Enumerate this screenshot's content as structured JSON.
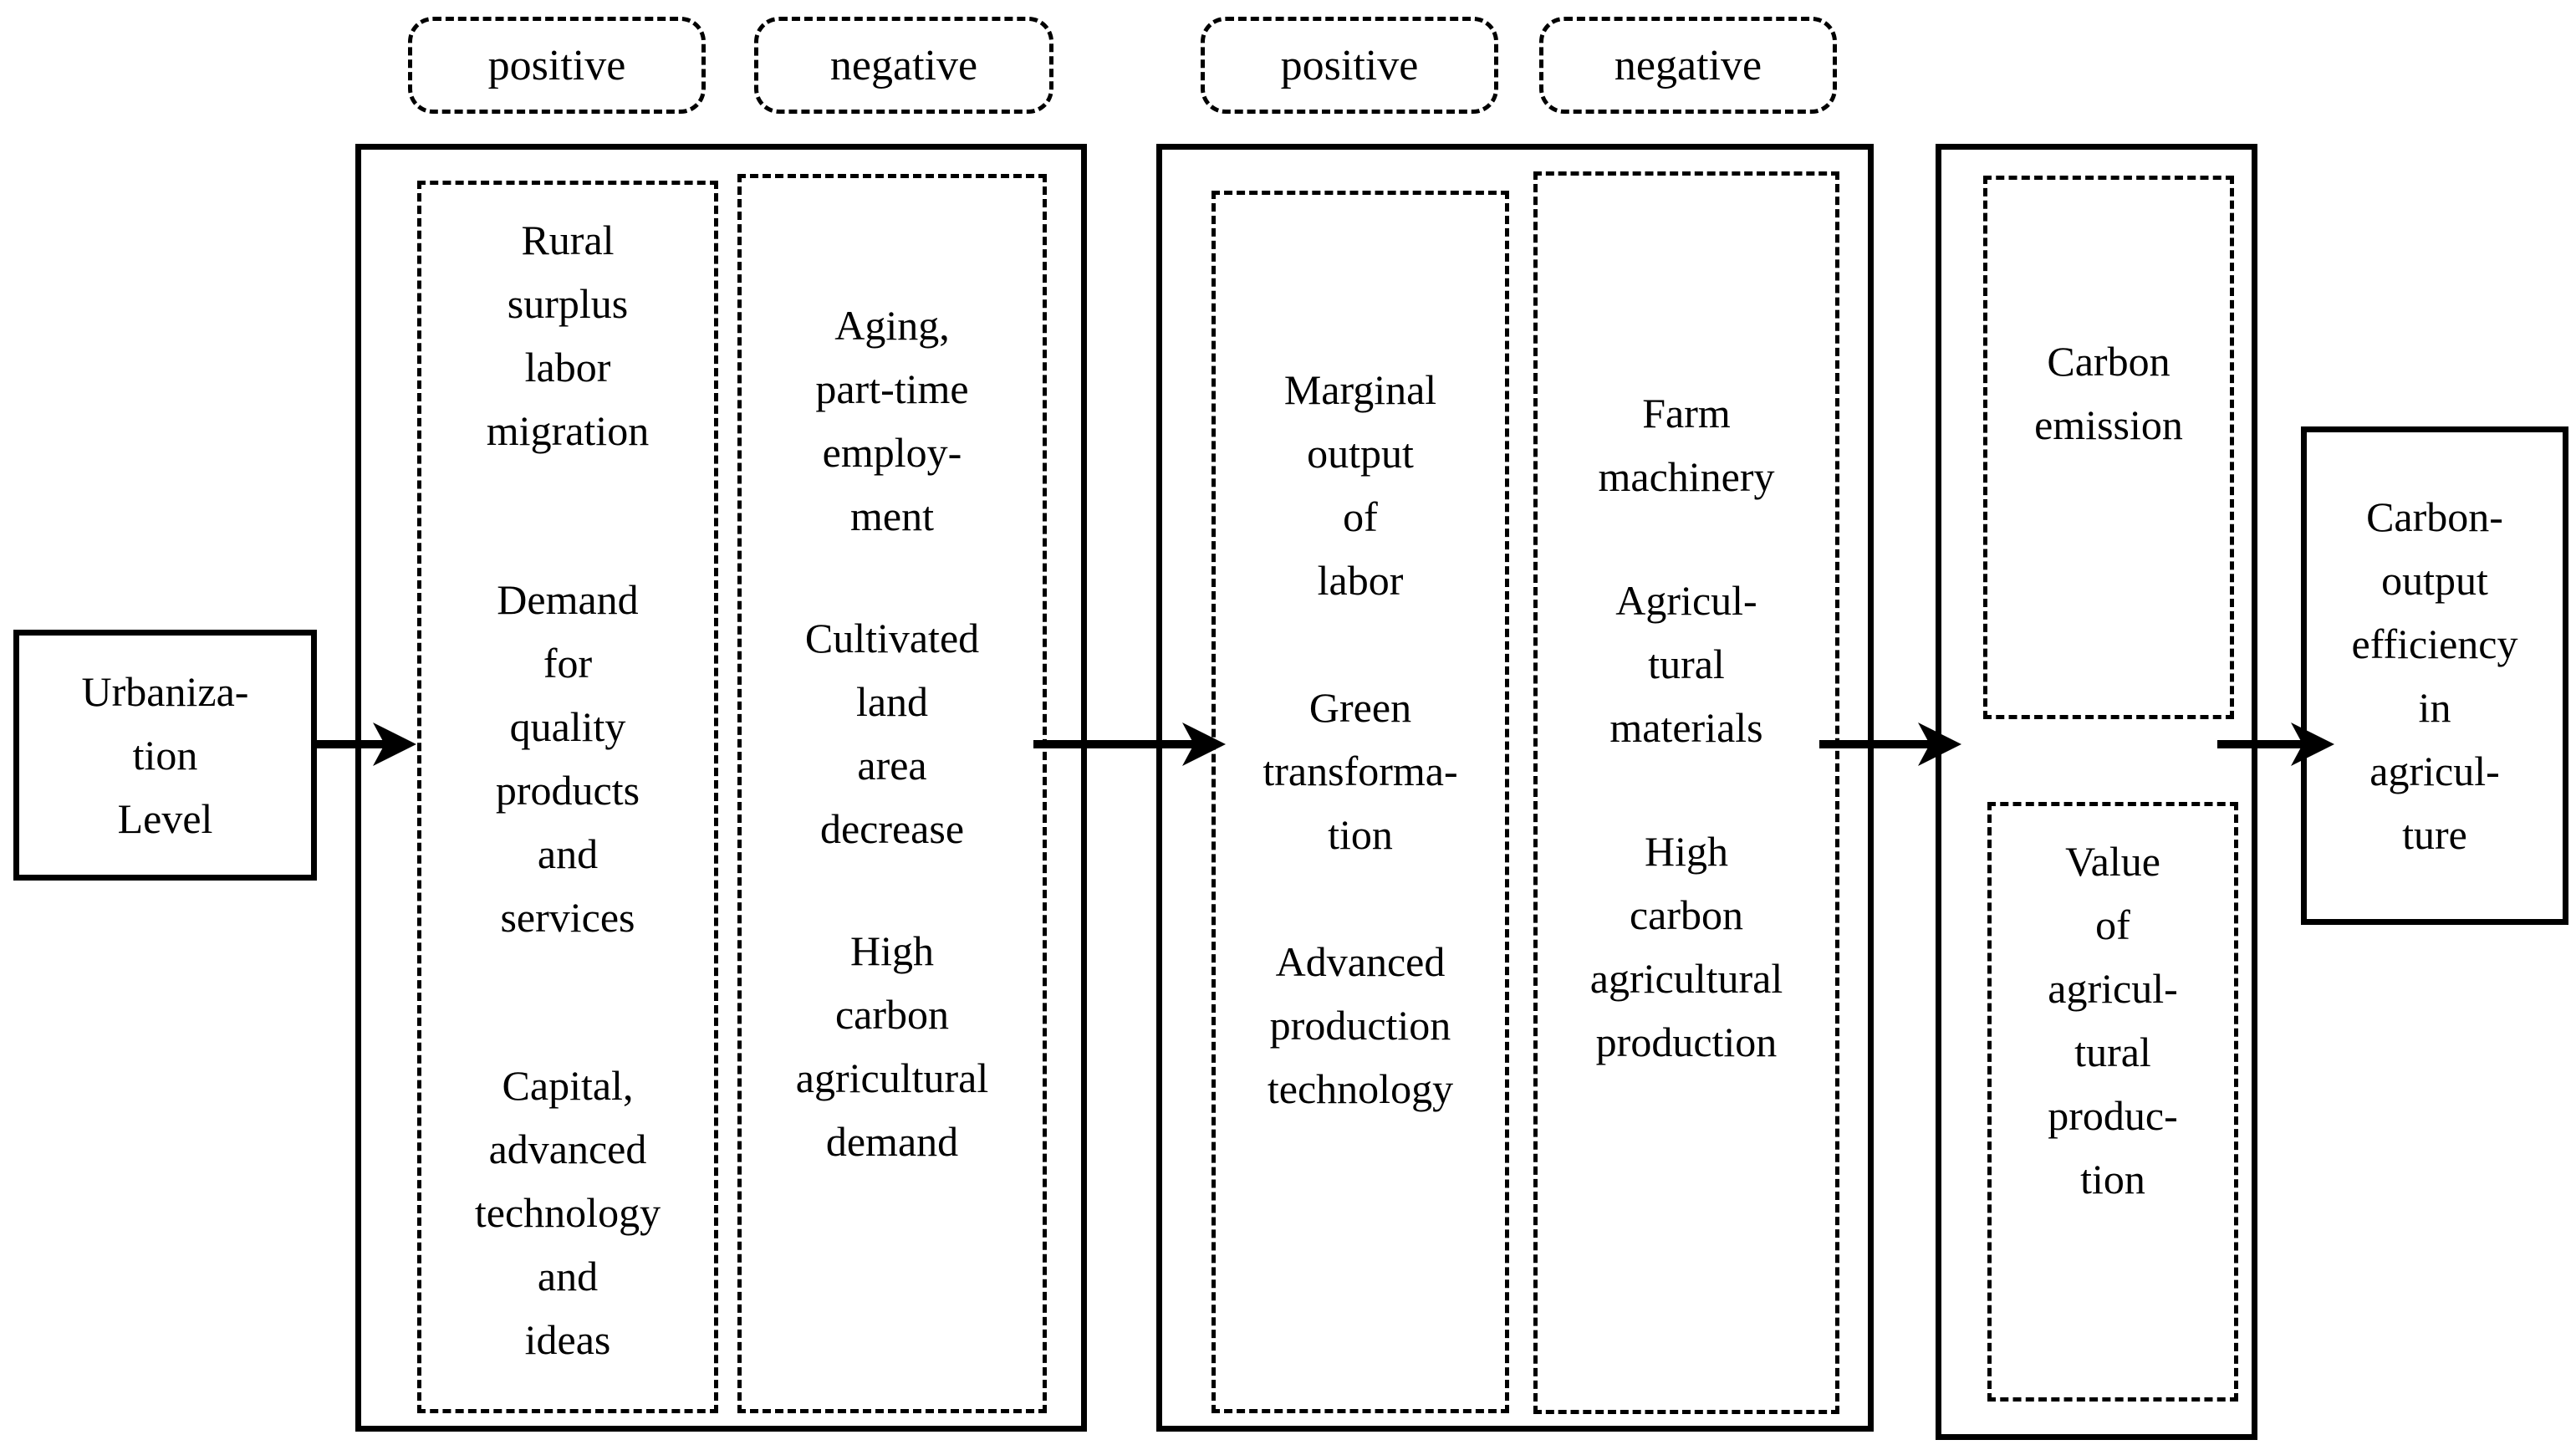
{
  "colors": {
    "ink": "#000000",
    "background": "#ffffff"
  },
  "top_labels": {
    "stage1_positive": "positive",
    "stage1_negative": "negative",
    "stage2_positive": "positive",
    "stage2_negative": "negative"
  },
  "source": {
    "lines": [
      "Urbaniza-",
      "tion",
      "Level"
    ]
  },
  "stage1": {
    "positive_groups": [
      [
        "Rural",
        "surplus",
        "labor",
        "migration"
      ],
      [
        "Demand",
        "for",
        "quality",
        "products",
        "and",
        "services"
      ],
      [
        "Capital,",
        "advanced",
        "technology",
        "and",
        "ideas"
      ]
    ],
    "negative_groups": [
      [
        "Aging,",
        "part-time",
        "employ-",
        "ment"
      ],
      [
        "Cultivated",
        "land",
        "area",
        "decrease"
      ],
      [
        "High",
        "carbon",
        "agricultural",
        "demand"
      ]
    ]
  },
  "stage2": {
    "positive_groups": [
      [
        "Marginal",
        "output",
        "of",
        "labor"
      ],
      [
        "Green",
        "transforma-",
        "tion"
      ],
      [
        "Advanced",
        "production",
        "technology"
      ]
    ],
    "negative_groups": [
      [
        "Farm",
        "machinery"
      ],
      [
        "Agricul-",
        "tural",
        "materials"
      ],
      [
        "High",
        "carbon",
        "agricultural",
        "production"
      ]
    ]
  },
  "stage3": {
    "carbon_emission_lines": [
      "Carbon",
      "emission"
    ],
    "value_lines": [
      "Value",
      "of",
      "agricul-",
      "tural",
      "produc-",
      "tion"
    ]
  },
  "outcome": {
    "lines": [
      "Carbon-",
      "output",
      "efficiency",
      "in",
      "agricul-",
      "ture"
    ]
  }
}
